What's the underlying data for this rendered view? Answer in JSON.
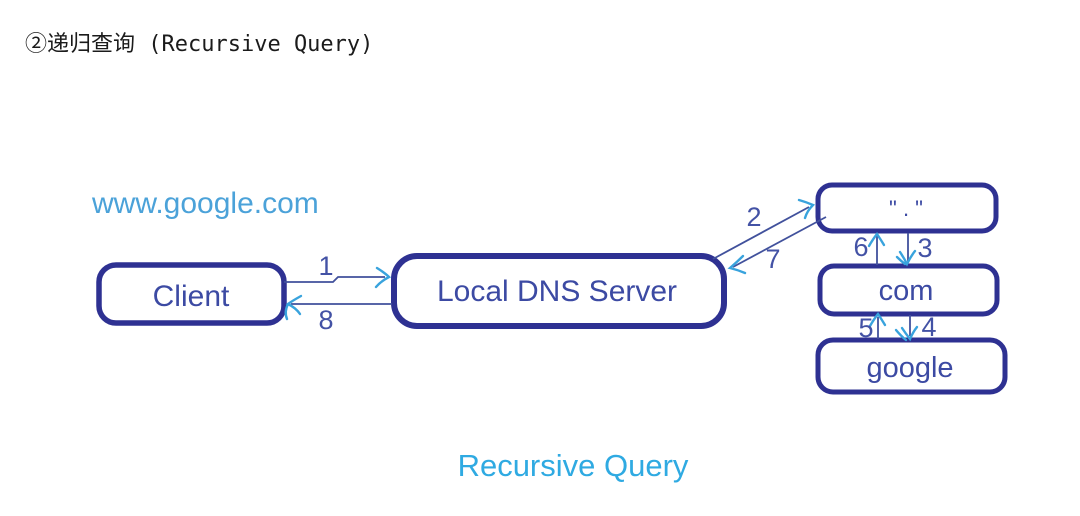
{
  "title": "②递归查询 (Recursive Query)",
  "annotations": {
    "query_domain": "www.google.com",
    "caption": "Recursive Query"
  },
  "nodes": {
    "client": "Client",
    "local_dns": "Local DNS Server",
    "root": "\" . \"",
    "com": "com",
    "google": "google"
  },
  "steps": {
    "s1": "1",
    "s2": "2",
    "s3": "3",
    "s4": "4",
    "s5": "5",
    "s6": "6",
    "s7": "7",
    "s8": "8"
  },
  "colors": {
    "background": "#ffffff",
    "navy": "#2e3192",
    "box-text": "#3c4aa3",
    "line": "#41519c",
    "num": "#4352a5",
    "arrowhead": "#39a3dd",
    "light-blue": "#4ba2d9",
    "caption-blue": "#2faae2",
    "title-color": "#1b1b1b"
  }
}
